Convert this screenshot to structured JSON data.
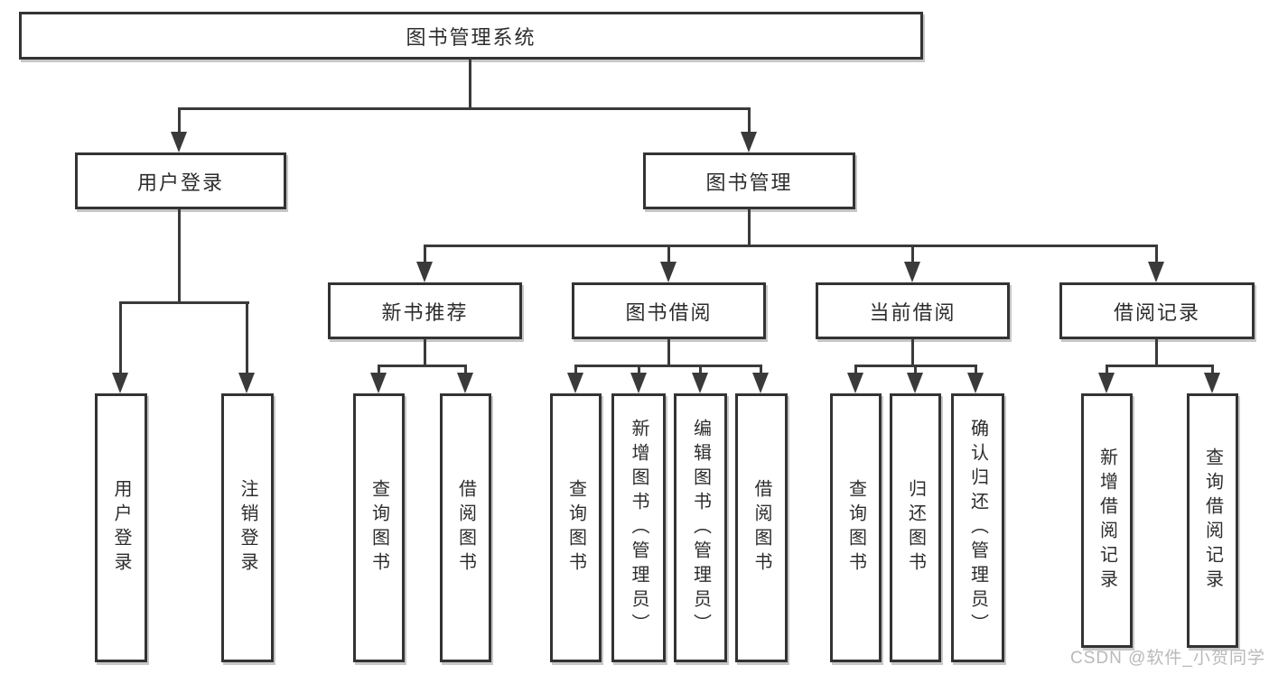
{
  "tree": {
    "root": {
      "label": "图书管理系统"
    },
    "branches": [
      {
        "label": "用户登录",
        "children": [
          {
            "label": "用户登录"
          },
          {
            "label": "注销登录"
          }
        ]
      },
      {
        "label": "图书管理",
        "children": [
          {
            "label": "新书推荐",
            "children": [
              {
                "label": "查询图书"
              },
              {
                "label": "借阅图书"
              }
            ]
          },
          {
            "label": "图书借阅",
            "children": [
              {
                "label": "查询图书"
              },
              {
                "label": "新增图书（管理员）"
              },
              {
                "label": "编辑图书（管理员）"
              },
              {
                "label": "借阅图书"
              }
            ]
          },
          {
            "label": "当前借阅",
            "children": [
              {
                "label": "查询图书"
              },
              {
                "label": "归还图书"
              },
              {
                "label": "确认归还（管理员）"
              }
            ]
          },
          {
            "label": "借阅记录",
            "children": [
              {
                "label": "新增借阅记录"
              },
              {
                "label": "查询借阅记录"
              }
            ]
          }
        ]
      }
    ]
  },
  "watermark": {
    "label": "CSDN @软件_小贺同学"
  },
  "colors": {
    "background": "#ffffff",
    "line": "#3a3a3a",
    "box_border": "#333333",
    "text": "#2d2d2d",
    "watermark": "#b9b9bd"
  }
}
